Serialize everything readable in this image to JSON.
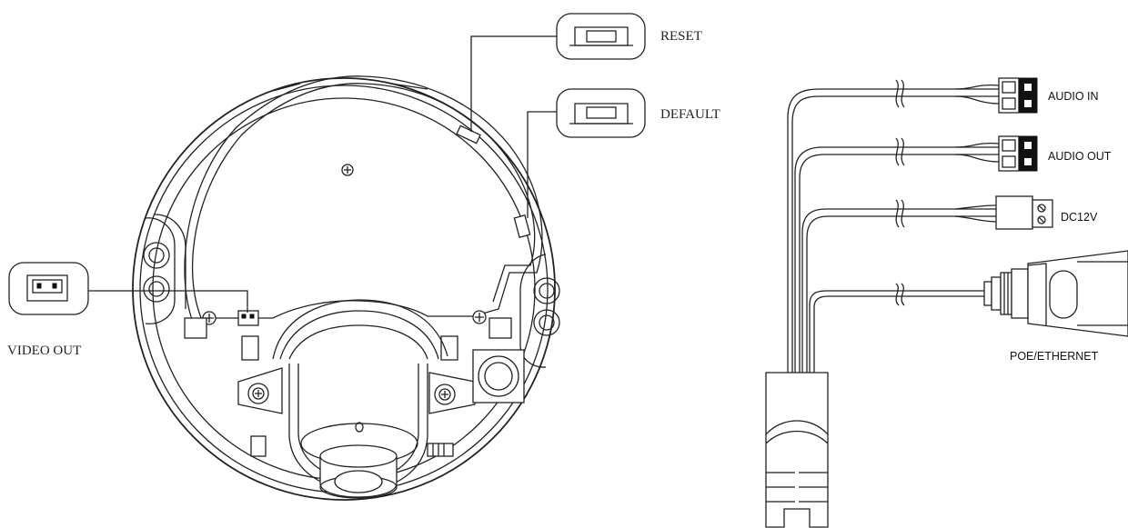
{
  "callouts": {
    "reset": "RESET",
    "default": "DEFAULT",
    "video_out": "VIDEO OUT"
  },
  "cable": {
    "audio_in": "AUDIO IN",
    "audio_out": "AUDIO OUT",
    "dc12v": "DC12V",
    "poe_ethernet": "POE/ETHERNET"
  }
}
